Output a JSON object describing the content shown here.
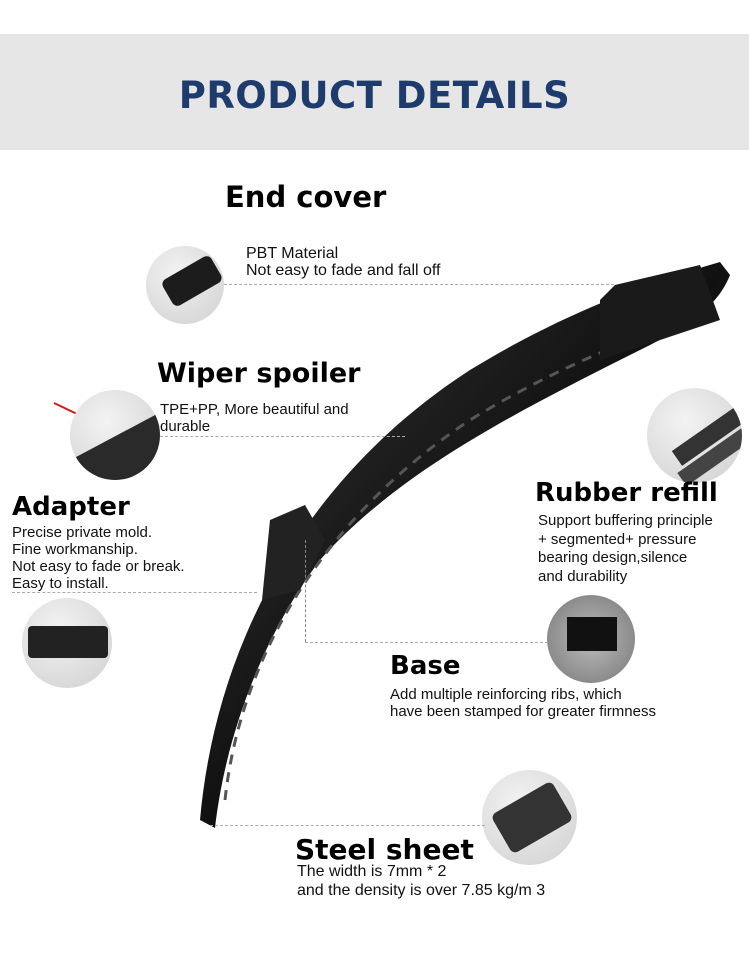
{
  "header": {
    "title": "PRODUCT DETAILS"
  },
  "features": [
    {
      "name": "End cover",
      "desc": "PBT Material\nNot easy to fade and fall off"
    },
    {
      "name": "Wiper spoiler",
      "desc": "TPE+PP,   More beautiful and\ndurable"
    },
    {
      "name": "Adapter",
      "desc": "Precise private mold.\nFine workmanship.\nNot easy to fade or break.\nEasy to install."
    },
    {
      "name": "Rubber refill",
      "desc": "Support buffering principle\n+ segmented+ pressure\nbearing design,silence\nand durability"
    },
    {
      "name": "Base",
      "desc": "Add multiple reinforcing ribs, which\nhave been stamped for greater firmness"
    },
    {
      "name": "Steel sheet",
      "desc": "The width is 7mm * 2\n and the density is over 7.85 kg/m 3"
    }
  ],
  "colors": {
    "title": "#1d3b6c",
    "band": "#e6e6e6",
    "arrow": "#d11a1a"
  }
}
